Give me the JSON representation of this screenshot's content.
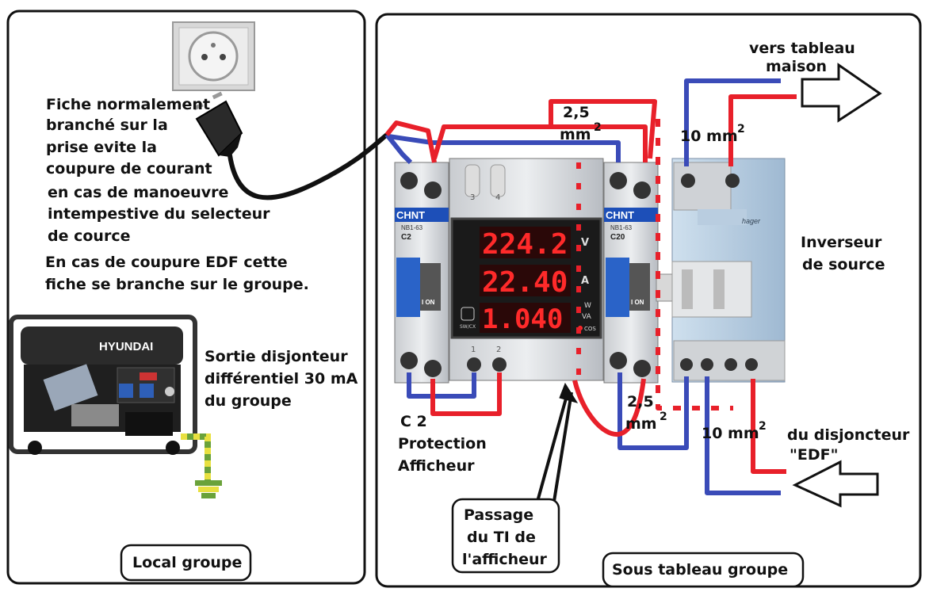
{
  "left_panel": {
    "plug_note": [
      "Fiche normalement",
      "branché sur la",
      "prise evite la",
      "coupure de courant",
      "en cas de manoeuvre",
      "intempestive du selecteur",
      "de cource"
    ],
    "edf_note": [
      "En cas de coupure EDF cette",
      "fiche se branche sur le groupe."
    ],
    "generator_brand": "HYUNDAI",
    "generator_note": [
      "Sortie disjonteur",
      "différentiel 30 mA",
      "du groupe"
    ],
    "footer_label": "Local groupe"
  },
  "right_panel": {
    "to_house": [
      "vers tableau",
      "maison"
    ],
    "wire_top_left": [
      "2,5",
      "mm",
      "2"
    ],
    "wire_top_right": [
      "10 mm",
      "2"
    ],
    "wire_bottom_mid": [
      "2,5",
      "mm",
      "2"
    ],
    "wire_bottom_right": [
      "10 mm",
      "2"
    ],
    "from_breaker": [
      "du disjoncteur",
      "\"EDF\""
    ],
    "inverter_label": [
      "Inverseur",
      "de source"
    ],
    "breaker_left": {
      "brand": "CHNT",
      "model": "NB1-63",
      "rating": "C2",
      "switch": "I ON"
    },
    "breaker_right": {
      "brand": "CHNT",
      "model": "NB1-63",
      "rating": "C20",
      "switch": "I ON"
    },
    "inverter_brand": "hager",
    "meter": {
      "voltage": "224.2",
      "voltage_unit": "V",
      "current": "22.40",
      "current_unit": "A",
      "power": "1.040",
      "power_unit_1": "W",
      "power_unit_2": "VA",
      "power_unit_3": "COS",
      "button": "SW/CX",
      "top_terminals": [
        "3",
        "4"
      ],
      "bottom_terminals": [
        "1",
        "2"
      ]
    },
    "protection_note": [
      "C 2",
      "Protection",
      "Afficheur"
    ],
    "ti_note": [
      "Passage",
      "du TI de",
      "l'afficheur"
    ],
    "footer_label": "Sous tableau groupe"
  },
  "colors": {
    "live_wire": "#e8202a",
    "neutral_wire": "#3a4bb8",
    "cable": "#111111",
    "earth_green": "#6aa23a",
    "earth_yellow": "#e8e040",
    "led": "#ff2a2a"
  }
}
